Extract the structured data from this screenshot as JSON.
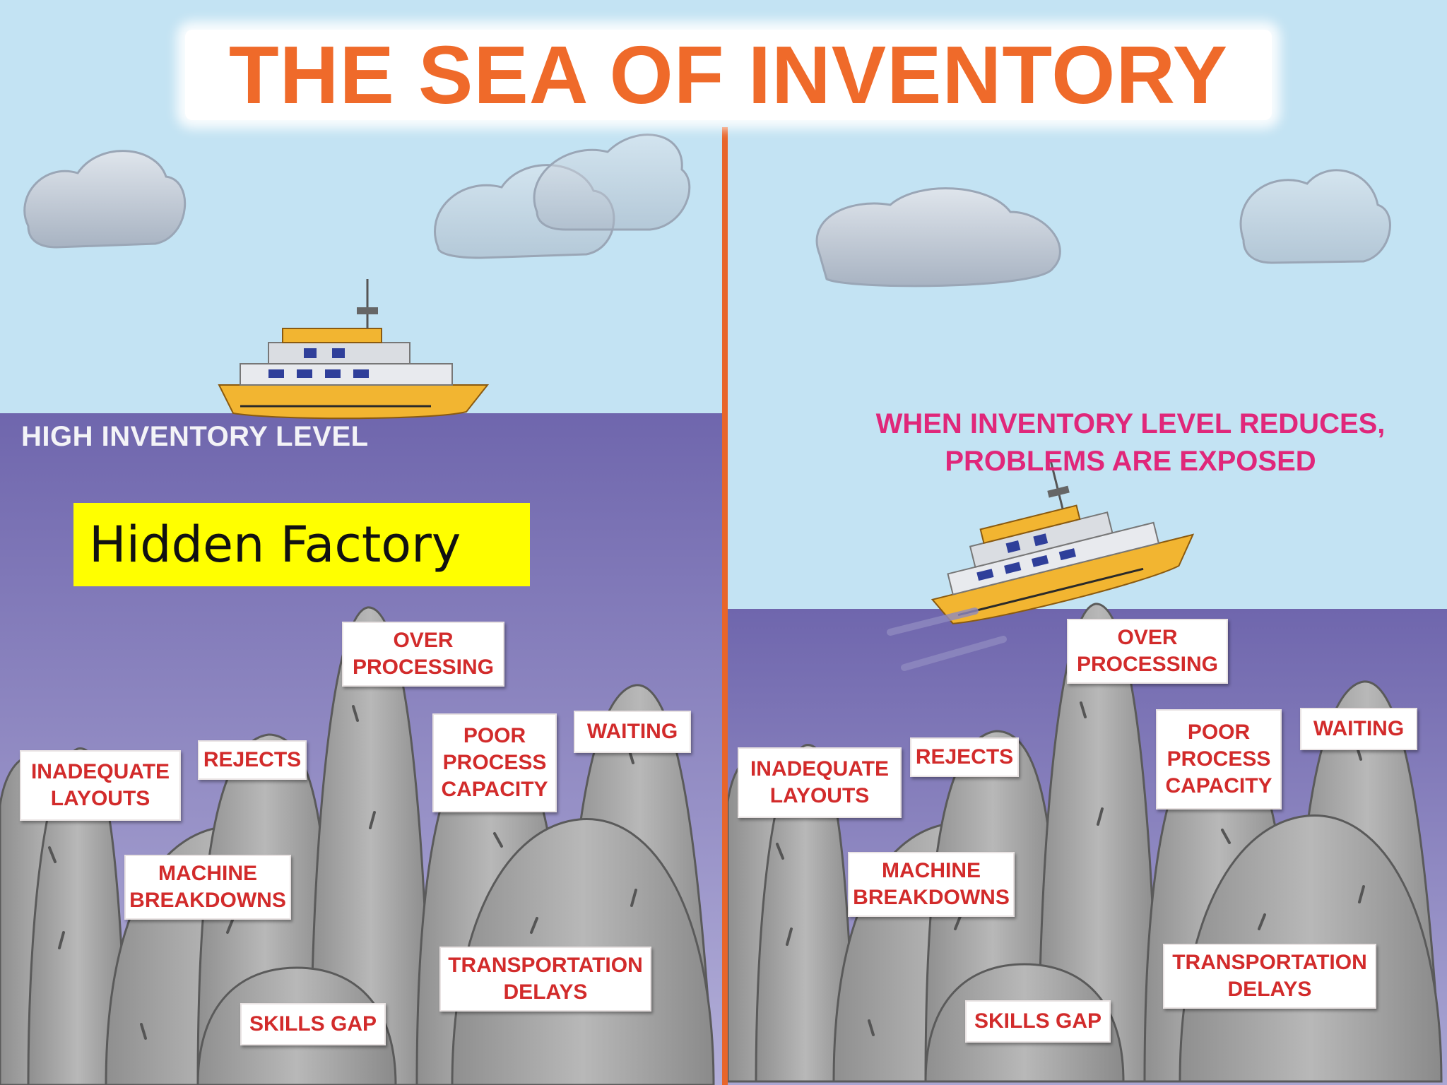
{
  "title": "THE SEA OF INVENTORY",
  "left_panel": {
    "caption": "HIGH INVENTORY LEVEL",
    "highlight": "Hidden Factory",
    "labels": {
      "over_processing": "OVER\nPROCESSING",
      "rejects": "REJECTS",
      "inadequate_layouts": "INADEQUATE\nLAYOUTS",
      "poor_process_capacity": "POOR\nPROCESS\nCAPACITY",
      "waiting": "WAITING",
      "machine_breakdowns": "MACHINE\nBREAKDOWNS",
      "transportation_delays": "TRANSPORTATION\nDELAYS",
      "skills_gap": "SKILLS GAP"
    }
  },
  "right_panel": {
    "caption": "WHEN INVENTORY LEVEL REDUCES,\nPROBLEMS ARE EXPOSED",
    "labels": {
      "over_processing": "OVER\nPROCESSING",
      "rejects": "REJECTS",
      "inadequate_layouts": "INADEQUATE\nLAYOUTS",
      "poor_process_capacity": "POOR\nPROCESS\nCAPACITY",
      "waiting": "WAITING",
      "machine_breakdowns": "MACHINE\nBREAKDOWNS",
      "transportation_delays": "TRANSPORTATION\nDELAYS",
      "skills_gap": "SKILLS GAP"
    }
  },
  "colors": {
    "sky": "#c3e3f3",
    "sea_top": "#6f66ad",
    "sea_bottom": "#aeaad6",
    "divider": "#e8652a",
    "title": "#ef6a2a",
    "label_text": "#d22b2b",
    "right_caption": "#e0277a",
    "highlight_bg": "#ffff00",
    "rock": "#a9a9a9",
    "ship_hull": "#f2b531"
  }
}
